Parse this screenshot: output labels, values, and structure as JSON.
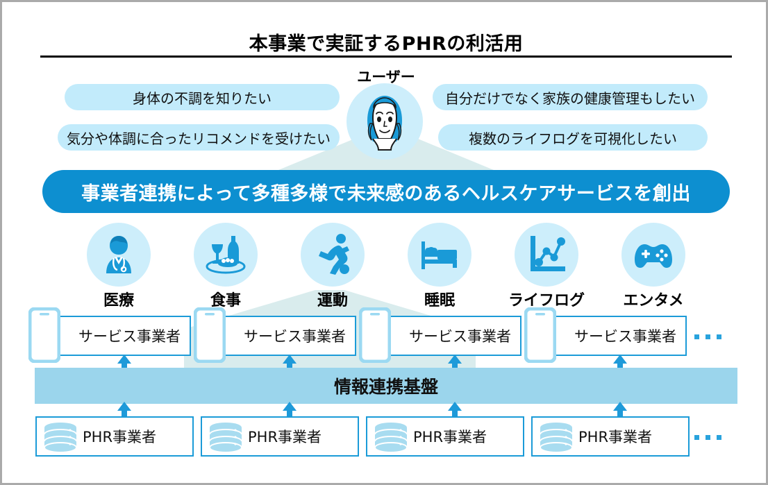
{
  "page": {
    "title": "本事業で実証するPHRの利活用"
  },
  "user": {
    "label": "ユーザー",
    "avatar_icon": "female-user-face-icon",
    "bubbles_left": [
      "身体の不調を知りたい",
      "気分や体調に合ったリコメンドを受けたい"
    ],
    "bubbles_right": [
      "自分だけでなく家族の健康管理もしたい",
      "複数のライフログを可視化したい"
    ]
  },
  "banner": {
    "text": "事業者連携によって多種多様で未来感のあるヘルスケアサービスを創出"
  },
  "categories": [
    {
      "label": "医療",
      "icon": "doctor-icon"
    },
    {
      "label": "食事",
      "icon": "meal-wine-plate-icon"
    },
    {
      "label": "運動",
      "icon": "running-person-icon"
    },
    {
      "label": "睡眠",
      "icon": "bed-sleep-icon"
    },
    {
      "label": "ライフログ",
      "icon": "line-chart-icon"
    },
    {
      "label": "エンタメ",
      "icon": "gamepad-icon"
    }
  ],
  "service_providers": {
    "boxes": [
      {
        "label": "サービス事業者",
        "icon": "smartphone-icon"
      },
      {
        "label": "サービス事業者",
        "icon": "smartphone-icon"
      },
      {
        "label": "サービス事業者",
        "icon": "smartphone-icon"
      },
      {
        "label": "サービス事業者",
        "icon": "smartphone-icon"
      }
    ],
    "ellipsis": "..."
  },
  "platform": {
    "label": "情報連携基盤"
  },
  "phr_providers": {
    "boxes": [
      {
        "label": "PHR事業者",
        "icon": "database-icon"
      },
      {
        "label": "PHR事業者",
        "icon": "database-icon"
      },
      {
        "label": "PHR事業者",
        "icon": "database-icon"
      },
      {
        "label": "PHR事業者",
        "icon": "database-icon"
      }
    ],
    "ellipsis": "..."
  },
  "colors": {
    "banner_blue": "#0d8fd0",
    "bubble_light_blue": "#c2ebfb",
    "platform_band": "#9bd5ec",
    "box_border": "#1b9bd8",
    "icon_blue": "#1a9ad7",
    "funnel_pale": "#d9eced",
    "page_border": "#aaaaaa"
  }
}
